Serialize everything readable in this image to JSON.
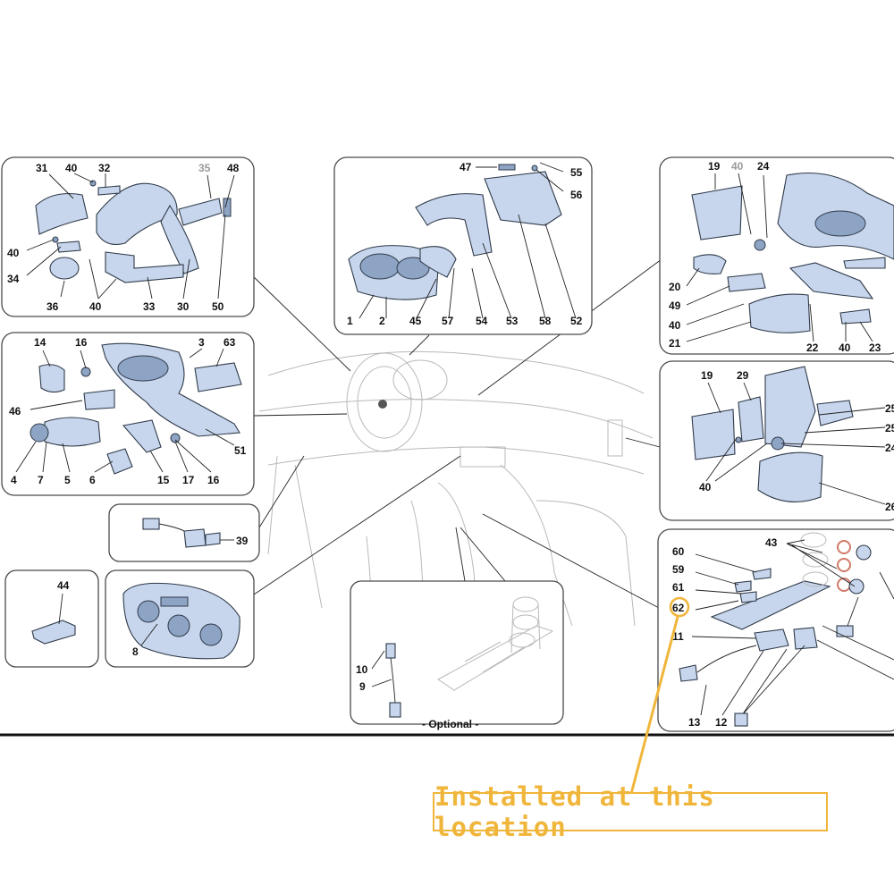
{
  "panels": {
    "top_left": {
      "labels": [
        "31",
        "40",
        "32",
        "35",
        "48",
        "40",
        "34",
        "36",
        "40",
        "33",
        "30",
        "50"
      ]
    },
    "top_center": {
      "labels": [
        "47",
        "55",
        "56",
        "1",
        "2",
        "45",
        "57",
        "54",
        "53",
        "58",
        "52"
      ]
    },
    "top_right": {
      "labels": [
        "19",
        "40",
        "24",
        "20",
        "49",
        "40",
        "21",
        "22",
        "40",
        "23"
      ]
    },
    "mid_left": {
      "labels": [
        "14",
        "16",
        "3",
        "63",
        "46",
        "4",
        "7",
        "5",
        "6",
        "15",
        "17",
        "16",
        "51"
      ]
    },
    "mid_right": {
      "labels": [
        "19",
        "29",
        "25",
        "25",
        "24",
        "40",
        "26"
      ]
    },
    "connector": {
      "labels": [
        "39"
      ]
    },
    "small": {
      "labels": [
        "44"
      ]
    },
    "climate": {
      "labels": [
        "8"
      ]
    },
    "optional": {
      "labels": [
        "10",
        "9"
      ],
      "caption": "- Optional -"
    },
    "bottom_right": {
      "labels": [
        "60",
        "59",
        "61",
        "62",
        "43",
        "11",
        "13",
        "12"
      ]
    }
  },
  "callout": {
    "text": "Installed at this location",
    "color": "#f0b63c"
  }
}
